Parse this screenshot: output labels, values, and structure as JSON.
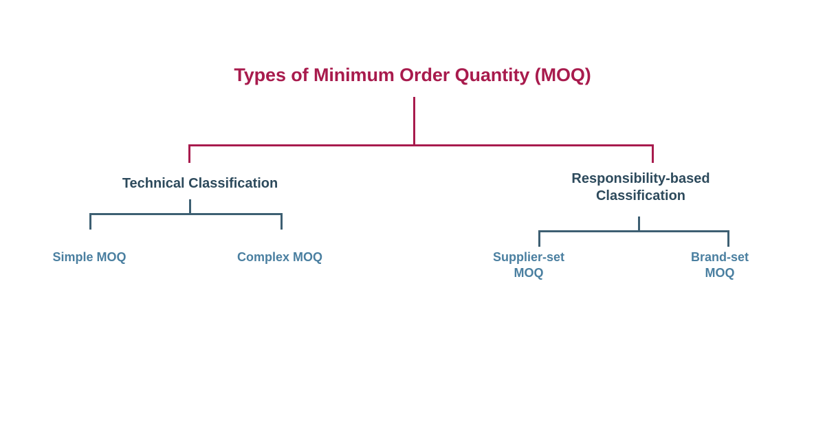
{
  "diagram": {
    "type": "tree",
    "title": "Types of Minimum Order Quantity (MOQ)",
    "background_color": "#ffffff",
    "colors": {
      "root_text": "#a81b4d",
      "root_connector": "#a81b4d",
      "level2_text": "#2d4a5c",
      "level3_text": "#4a7fa0",
      "sub_connector": "#3d5f72"
    },
    "root": {
      "label": "Types of Minimum Order Quantity (MOQ)"
    },
    "branches": [
      {
        "label": "Technical Classification",
        "children": [
          {
            "label": "Simple MOQ"
          },
          {
            "label": "Complex MOQ"
          }
        ]
      },
      {
        "label": "Responsibility-based\nClassification",
        "children": [
          {
            "label": "Supplier-set\nMOQ"
          },
          {
            "label": "Brand-set\nMOQ"
          }
        ]
      }
    ]
  }
}
